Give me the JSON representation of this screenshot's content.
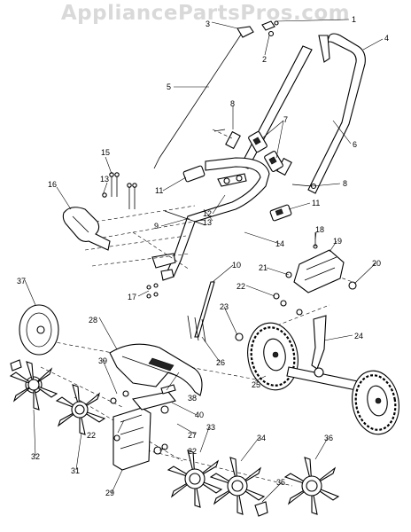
{
  "watermark": "AppliancePartsPros.com",
  "callouts": [
    "1",
    "2",
    "3",
    "4",
    "5",
    "6",
    "7",
    "8",
    "8",
    "9",
    "10",
    "11",
    "11",
    "12",
    "13",
    "13",
    "14",
    "15",
    "16",
    "17",
    "18",
    "19",
    "20",
    "21",
    "22",
    "22",
    "22",
    "23",
    "24",
    "25",
    "26",
    "27",
    "28",
    "29",
    "31",
    "32",
    "33",
    "34",
    "35",
    "36",
    "37",
    "38",
    "39",
    "40"
  ]
}
